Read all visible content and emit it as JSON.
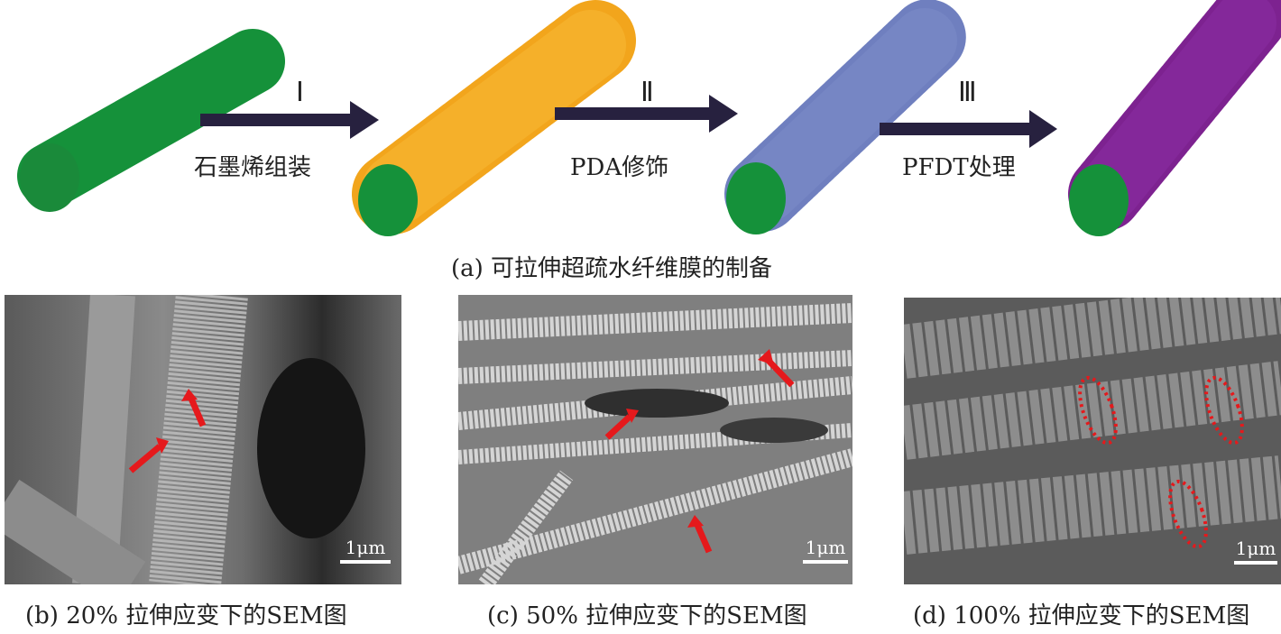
{
  "scheme": {
    "steps": [
      {
        "numeral": "Ⅰ",
        "label": "石墨烯组装"
      },
      {
        "numeral": "Ⅱ",
        "label": "PDA修饰"
      },
      {
        "numeral": "Ⅲ",
        "label": "PFDT处理"
      }
    ],
    "caption": "(a) 可拉伸超疏水纤维膜的制备",
    "colors": {
      "core": "#15913a",
      "graphene": "#f2a51c",
      "pda": "#6f7fbf",
      "pfdt": "#7d2290",
      "arrow": "#27213f"
    }
  },
  "panels": [
    {
      "caption": "(b) 20% 拉伸应变下的SEM图",
      "scale_label": "1μm"
    },
    {
      "caption": "(c) 50% 拉伸应变下的SEM图",
      "scale_label": "1μm"
    },
    {
      "caption": "(d) 100% 拉伸应变下的SEM图",
      "scale_label": "1μm"
    }
  ]
}
